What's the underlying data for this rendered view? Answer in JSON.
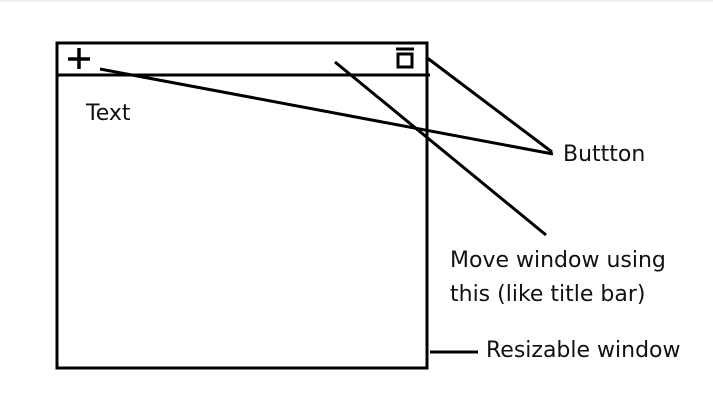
{
  "window": {
    "text_label": "Text",
    "left_button_icon": "plus-icon",
    "right_button_icon": "window-restore-icon"
  },
  "annotations": {
    "button": "Buttton",
    "move_line1": "Move window using",
    "move_line2": "this (like title bar)",
    "resizable": "Resizable window"
  },
  "colors": {
    "stroke": "#000000",
    "text": "#111111",
    "background": "#ffffff"
  }
}
